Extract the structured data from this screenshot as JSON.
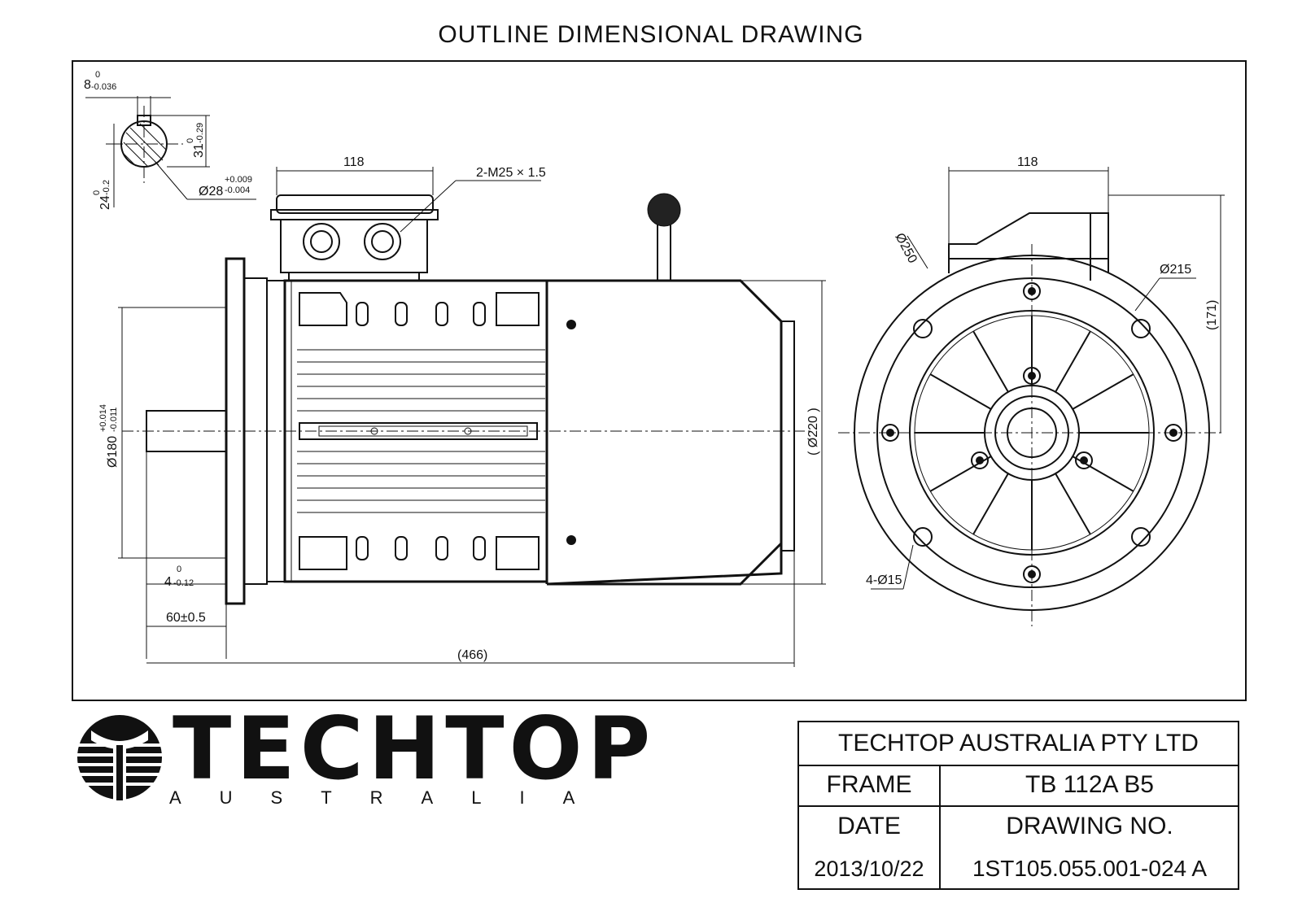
{
  "title": "OUTLINE DIMENSIONAL DRAWING",
  "dims": {
    "key_width": "8",
    "key_width_tol_upper": "0",
    "key_width_tol_lower": "-0.036",
    "key_height": "31",
    "key_height_tol_upper": "0",
    "key_height_tol_lower": "-0.29",
    "shaft_key_depth": "24",
    "shaft_key_depth_tol_upper": "0",
    "shaft_key_depth_tol_lower": "-0.2",
    "shaft_dia": "Ø28",
    "shaft_dia_tol_upper": "+0.009",
    "shaft_dia_tol_lower": "-0.004",
    "tbox_width_side": "118",
    "cable_gland": "2-M25 × 1.5",
    "spigot_dia": "Ø180",
    "spigot_tol_upper": "+0.014",
    "spigot_tol_lower": "-0.011",
    "spigot_depth": "4",
    "spigot_depth_tol_upper": "0",
    "spigot_depth_tol_lower": "-0.12",
    "shaft_length": "60±0.5",
    "overall_length": "(466)",
    "body_dia": "( Ø220 )",
    "tbox_width_end": "118",
    "flange_dia": "Ø250",
    "pcd": "Ø215",
    "height_to_tbox": "(171)",
    "holes": "4-Ø15"
  },
  "logo": {
    "brand": "TECHTOP",
    "sub": "AUSTRALIA"
  },
  "title_block": {
    "company": "TECHTOP AUSTRALIA PTY LTD",
    "frame_label": "FRAME",
    "frame_value": "TB 112A B5",
    "date_label": "DATE",
    "drawing_no_label": "DRAWING NO.",
    "date_value": "2013/10/22",
    "drawing_no_value": "1ST105.055.001-024 A"
  }
}
